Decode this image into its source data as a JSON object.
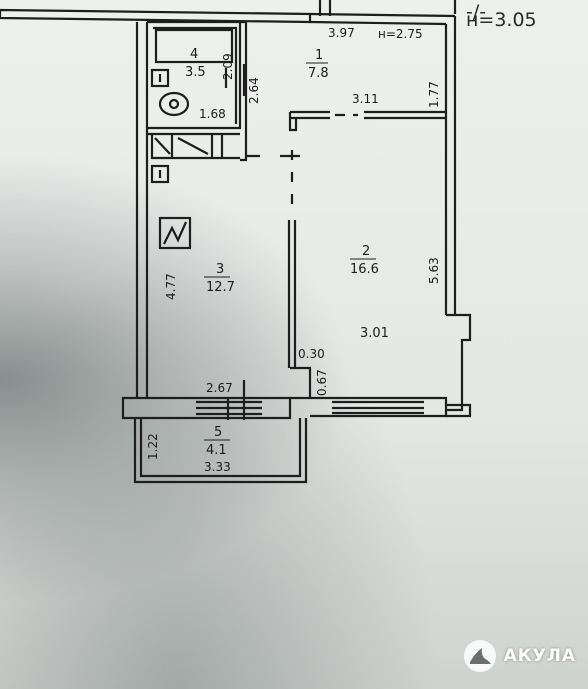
{
  "header": {
    "ceiling_height_main": "н=3.05",
    "ceiling_height_hall": "н=2.75",
    "top_fragment": "-/-"
  },
  "rooms": [
    {
      "number": "1",
      "area": "7.8"
    },
    {
      "number": "2",
      "area": "16.6"
    },
    {
      "number": "3",
      "area": "12.7"
    },
    {
      "number": "4",
      "area": "3.5"
    },
    {
      "number": "5",
      "area": "4.1"
    }
  ],
  "dimensions": {
    "top_width": "3.97",
    "hall_side": "1.77",
    "bath_height": "2.09",
    "bath_height_2": "2.64",
    "bath_width": "1.68",
    "room2_top": "3.11",
    "room2_side": "5.63",
    "room2_bottom": "3.01",
    "kitchen_side": "4.77",
    "pier": "0.30",
    "pier_depth": "0.67",
    "balcony_top": "2.67",
    "balcony_side": "1.22",
    "balcony_bottom": "3.33"
  },
  "logo": {
    "text": "АКУЛА",
    "icon": "shark-logo-icon"
  }
}
